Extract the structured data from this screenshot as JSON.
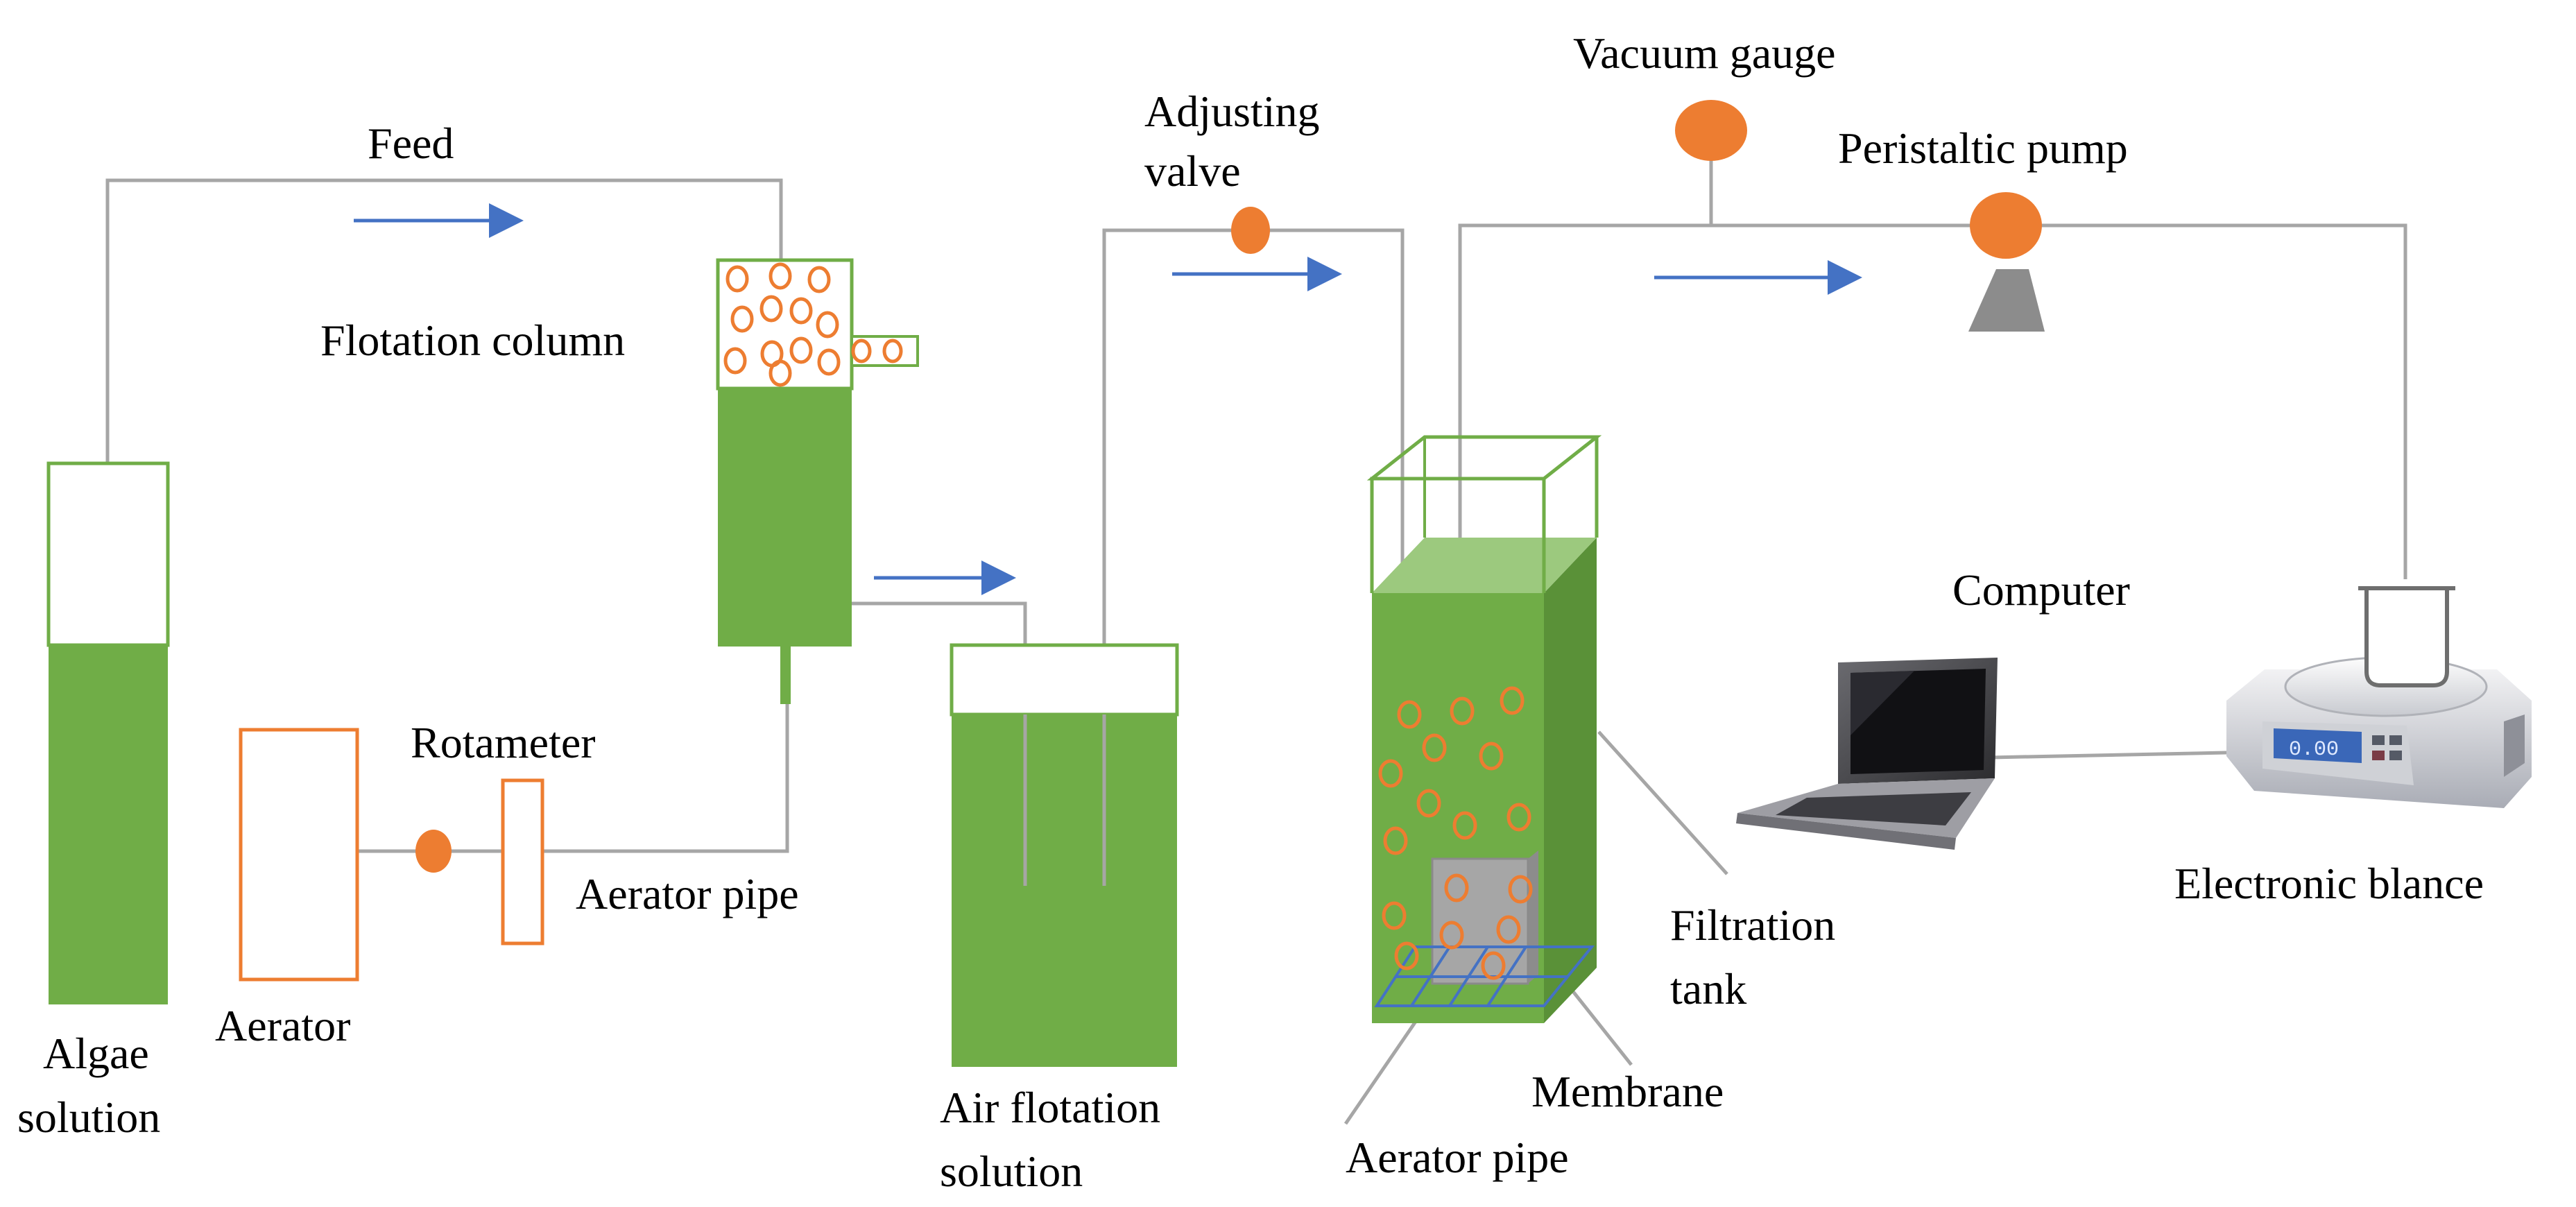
{
  "labels": {
    "feed": "Feed",
    "flotation_column": "Flotation column",
    "algae_line1": "Algae",
    "algae_line2": "solution",
    "aerator": "Aerator",
    "rotameter": "Rotameter",
    "aerator_pipe_left": "Aerator pipe",
    "adjusting_line1": "Adjusting",
    "adjusting_line2": "valve",
    "air_flotation_line1": "Air flotation",
    "air_flotation_line2": "solution",
    "vacuum_gauge": "Vacuum gauge",
    "peristaltic_pump": "Peristaltic pump",
    "computer": "Computer",
    "electronic_balance": "Electronic blance",
    "filtration_line1": "Filtration",
    "filtration_line2": "tank",
    "membrane": "Membrane",
    "aerator_pipe_right": "Aerator pipe"
  },
  "balance_display": "0.00",
  "colors": {
    "solution_green": "#70ad47",
    "tank_outline_green": "#70ad47",
    "bubble_orange": "#ed7d31",
    "pipe_gray": "#a6a6a6",
    "flow_arrow_blue": "#4472c4",
    "pump_base_gray": "#8c8c8c",
    "membrane_blue": "#4472c4"
  },
  "icons": [
    "flow-arrow-icon",
    "laptop-icon",
    "electronic-balance-icon",
    "beaker-icon",
    "peristaltic-pump-icon",
    "vacuum-gauge-icon",
    "valve-icon"
  ]
}
